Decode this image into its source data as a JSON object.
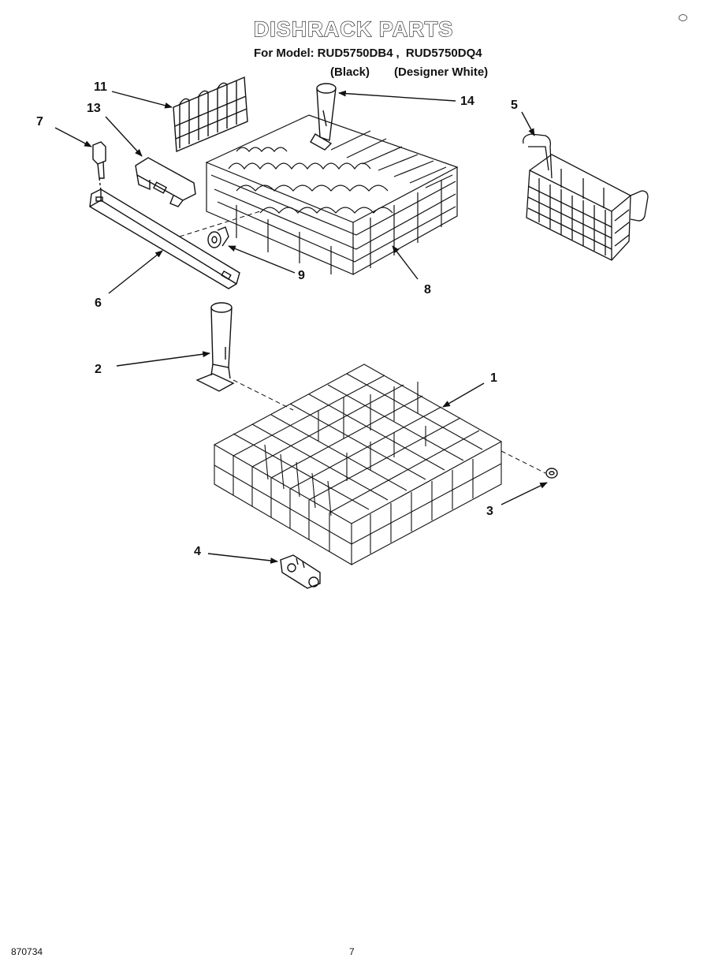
{
  "title": "DISHRACK PARTS",
  "models": {
    "prefix": "For Model:",
    "model_1": "RUD5750DB4",
    "separator": ",",
    "model_2": "RUD5750DQ4",
    "variant_1": "(Black)",
    "variant_2": "(Designer White)"
  },
  "callouts": [
    {
      "id": "1",
      "label": "1"
    },
    {
      "id": "2",
      "label": "2"
    },
    {
      "id": "3",
      "label": "3"
    },
    {
      "id": "4",
      "label": "4"
    },
    {
      "id": "5",
      "label": "5"
    },
    {
      "id": "6",
      "label": "6"
    },
    {
      "id": "7",
      "label": "7"
    },
    {
      "id": "8",
      "label": "8"
    },
    {
      "id": "9",
      "label": "9"
    },
    {
      "id": "11",
      "label": "11"
    },
    {
      "id": "13",
      "label": "13"
    },
    {
      "id": "14",
      "label": "14"
    }
  ],
  "footer": {
    "doc_number": "870734",
    "page_number": "7"
  },
  "colors": {
    "ink": "#111111",
    "paper": "#ffffff"
  }
}
